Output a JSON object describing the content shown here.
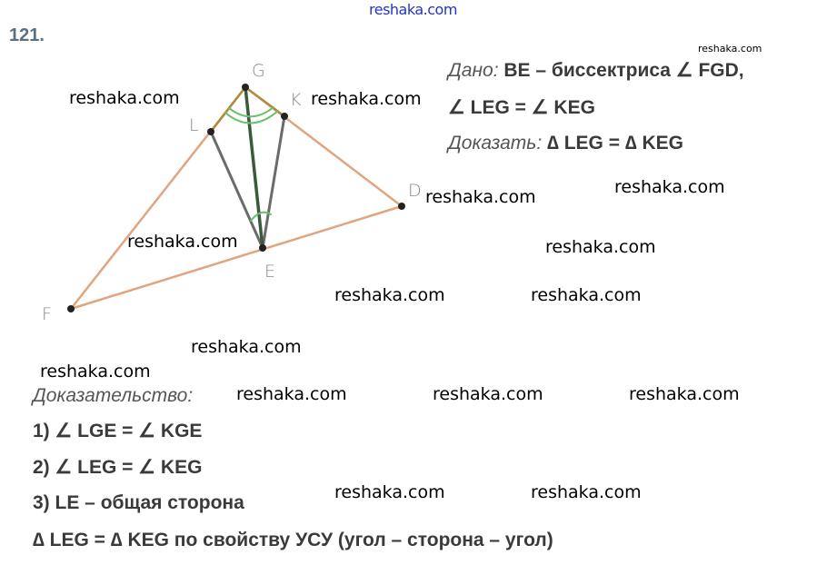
{
  "header": {
    "site_link": "reshaka.com",
    "problem_number": "121."
  },
  "figure": {
    "points": {
      "G": "G",
      "K": "K",
      "L": "L",
      "D": "D",
      "E": "E",
      "F": "F"
    },
    "colors": {
      "triangle": "#e0a57e",
      "segment": "#6b6b6b",
      "bisector": "#3a5a3a",
      "arc": "#6cbf6c"
    }
  },
  "given": {
    "label": "Дано:",
    "line1": "BE – биссектриса ∠ FGD,",
    "line2": "∠ LEG = ∠ KEG",
    "prove_label": "Доказать:",
    "prove": "∆ LEG = ∆ KEG"
  },
  "proof": {
    "label": "Доказательство:",
    "steps": [
      "1) ∠ LGE = ∠ KGE",
      "2) ∠ LEG = ∠ KEG",
      "3) LE – общая сторона"
    ],
    "conclusion": "∆ LEG = ∆ KEG по свойству УСУ (угол – сторона – угол)"
  },
  "watermarks": [
    "reshaka.com",
    "reshaka.com",
    "reshaka.com",
    "reshaka.com",
    "reshaka.com",
    "reshaka.com",
    "reshaka.com",
    "reshaka.com",
    "reshaka.com",
    "reshaka.com",
    "reshaka.com",
    "reshaka.com",
    "reshaka.com",
    "reshaka.com",
    "reshaka.com",
    "reshaka.com"
  ]
}
